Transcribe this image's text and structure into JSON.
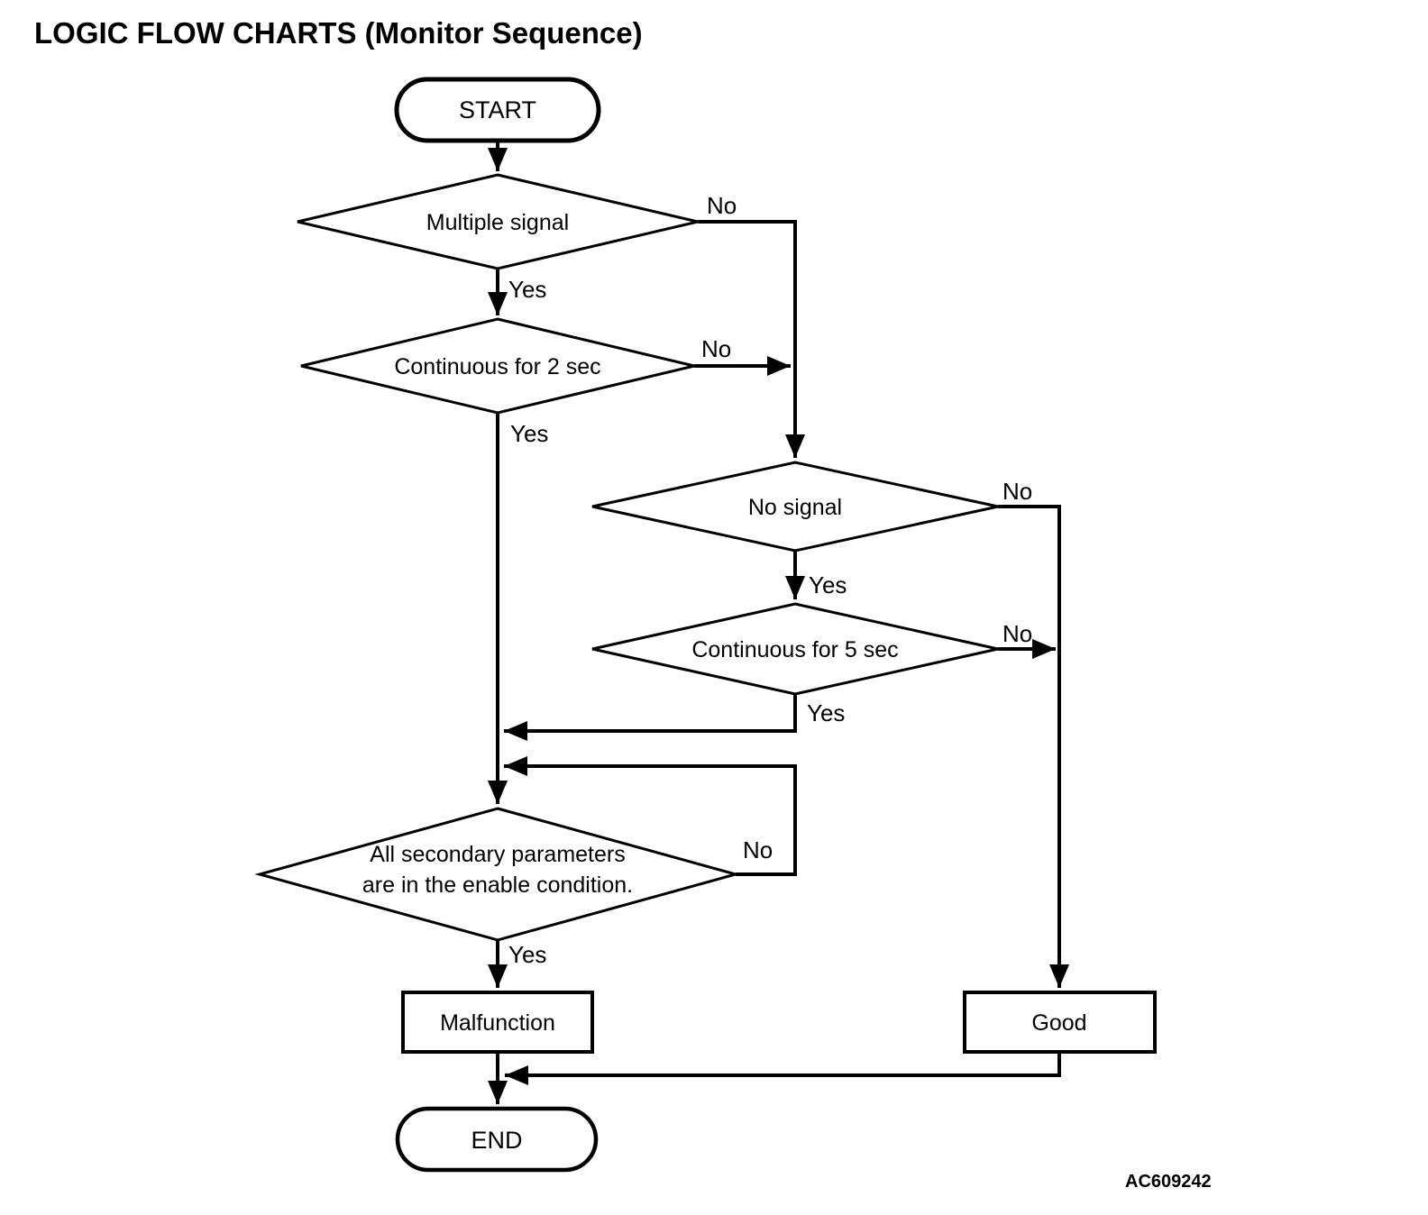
{
  "page": {
    "title": "LOGIC FLOW CHARTS (Monitor Sequence)",
    "figure_code": "AC609242",
    "background_color": "#ffffff",
    "line_color": "#000000"
  },
  "flowchart": {
    "start": {
      "label": "START"
    },
    "decisions": {
      "multiple_signal": {
        "label": "Multiple signal",
        "yes": "Yes",
        "no": "No"
      },
      "continuous_2sec": {
        "label": "Continuous for 2 sec",
        "yes": "Yes",
        "no": "No"
      },
      "no_signal": {
        "label": "No signal",
        "yes": "Yes",
        "no": "No"
      },
      "continuous_5sec": {
        "label": "Continuous for 5 sec",
        "yes": "Yes",
        "no": "No"
      },
      "secondary_parameters": {
        "label_line1": "All secondary parameters",
        "label_line2": "are in the enable condition.",
        "yes": "Yes",
        "no": "No"
      }
    },
    "results": {
      "malfunction": {
        "label": "Malfunction"
      },
      "good": {
        "label": "Good"
      }
    },
    "end": {
      "label": "END"
    }
  }
}
